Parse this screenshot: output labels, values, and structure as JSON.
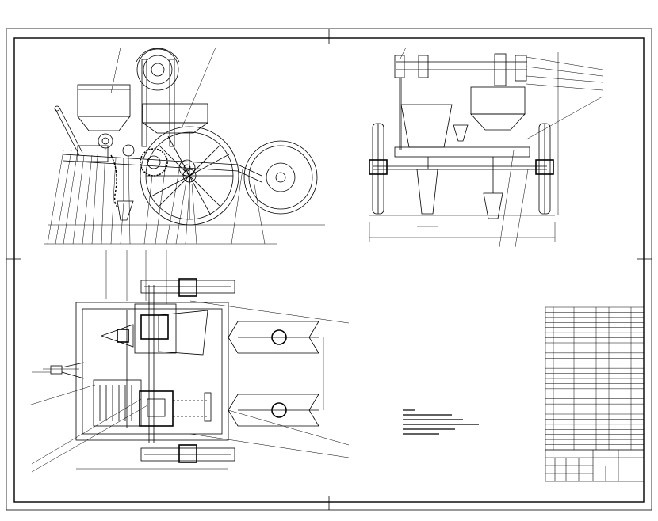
{
  "sheet": {
    "kind": "mechanical assembly drawing",
    "views": [
      "side-elevation",
      "rear-elevation",
      "plan-view"
    ],
    "title_block_text": "",
    "notes_text": ""
  },
  "colors": {
    "line": "#000000",
    "background": "#ffffff"
  },
  "icons": {
    "wheel": "wheel-icon",
    "hopper": "hopper-icon",
    "gear": "gear-icon"
  }
}
